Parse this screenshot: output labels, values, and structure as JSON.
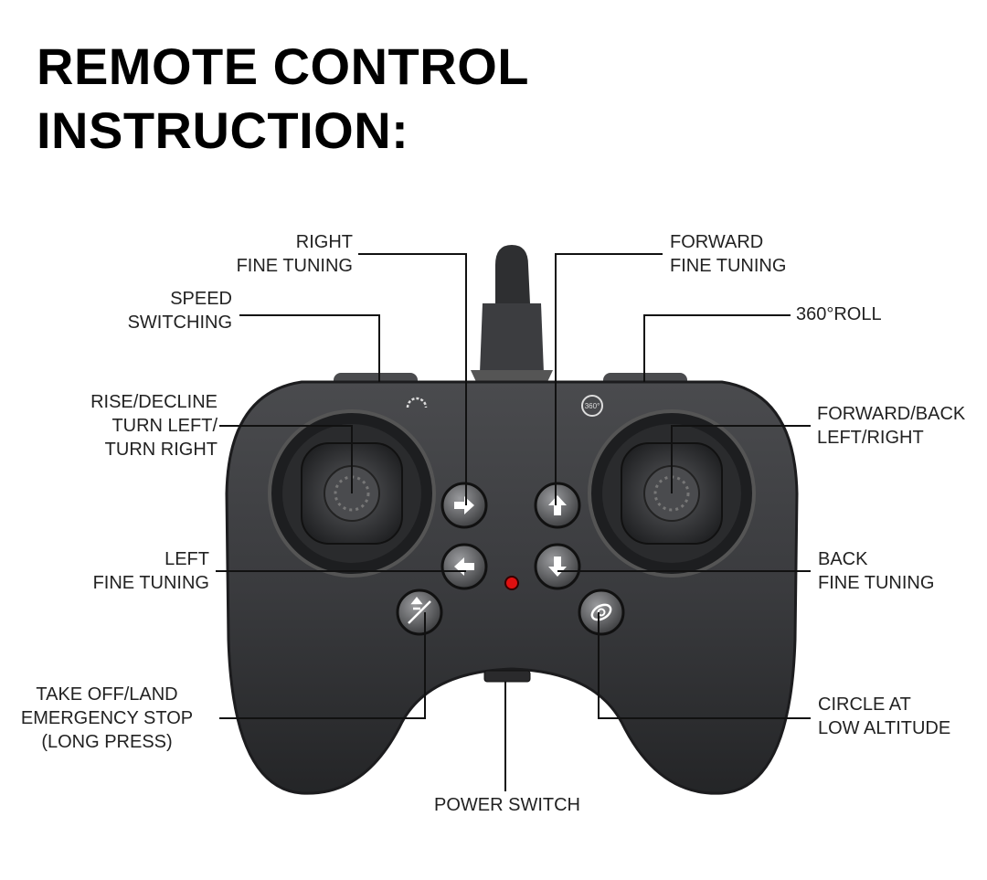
{
  "title": {
    "line1": "REMOTE CONTROL",
    "line2": "INSTRUCTION:"
  },
  "labels": {
    "right_fine_tuning": [
      "RIGHT",
      "FINE TUNING"
    ],
    "forward_fine_tuning": [
      "FORWARD",
      "FINE TUNING"
    ],
    "speed_switching": [
      "SPEED",
      "SWITCHING"
    ],
    "roll_360": [
      "360°ROLL"
    ],
    "rise_decline": [
      "RISE/DECLINE",
      "TURN LEFT/",
      "TURN RIGHT"
    ],
    "forward_back": [
      "FORWARD/BACK",
      "LEFT/RIGHT"
    ],
    "left_fine_tuning": [
      "LEFT",
      "FINE TUNING"
    ],
    "back_fine_tuning": [
      "BACK",
      "FINE TUNING"
    ],
    "take_off_land": [
      "TAKE OFF/LAND",
      "EMERGENCY STOP",
      "(LONG PRESS)"
    ],
    "circle_low_altitude": [
      "CIRCLE AT",
      "LOW ALTITUDE"
    ],
    "power_switch": [
      "POWER SWITCH"
    ]
  },
  "icons": {
    "roll_badge": "360°"
  },
  "colors": {
    "body": "#3a3b3d",
    "led": "#e01010",
    "line": "#111111"
  }
}
